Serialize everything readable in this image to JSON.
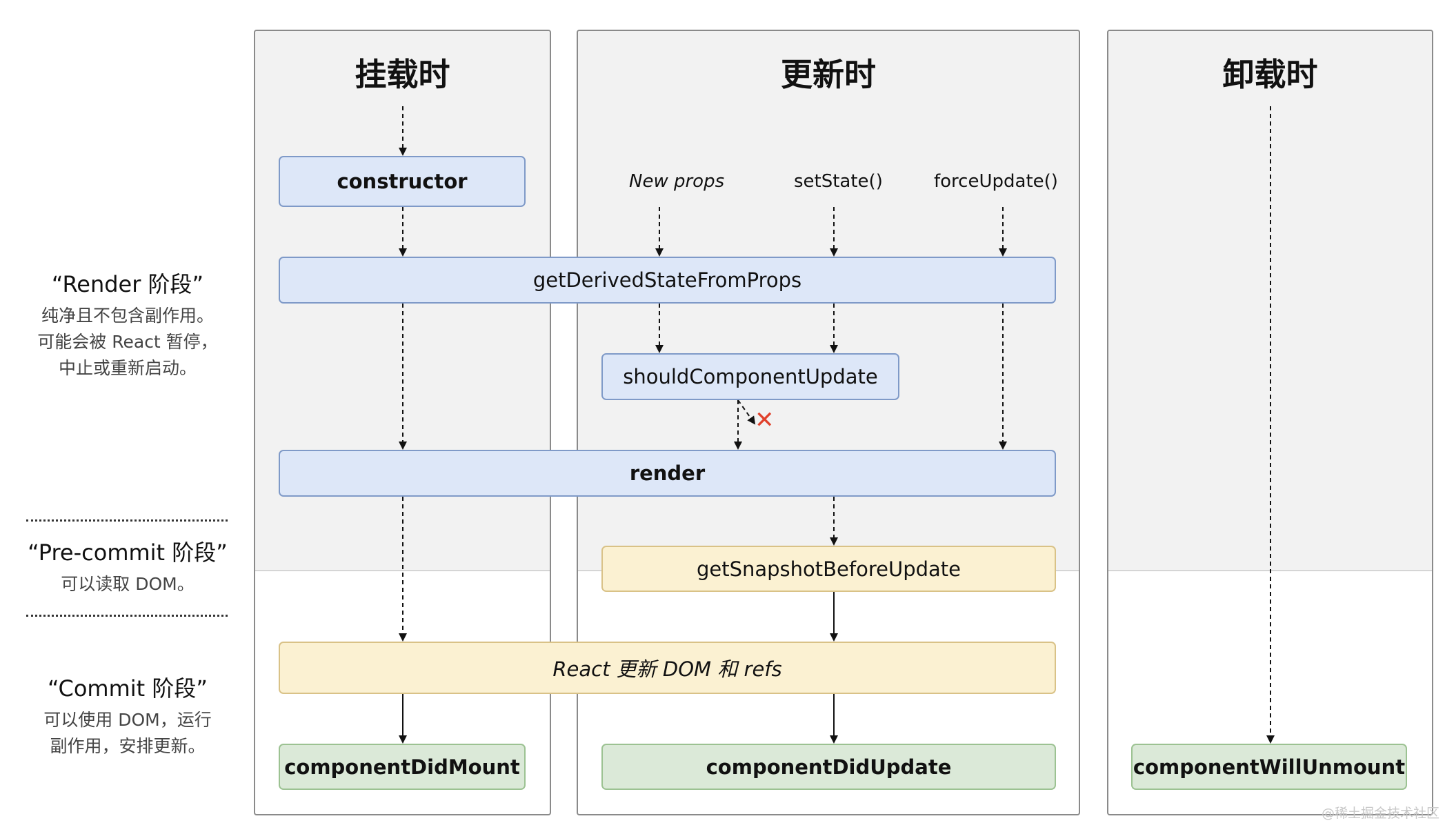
{
  "phases": {
    "render": {
      "title": "“Render 阶段”",
      "lines": [
        "纯净且不包含副作用。",
        "可能会被 React 暂停，",
        "中止或重新启动。"
      ]
    },
    "precommit": {
      "title": "“Pre-commit 阶段”",
      "lines": [
        "可以读取 DOM。"
      ]
    },
    "commit": {
      "title": "“Commit 阶段”",
      "lines": [
        "可以使用 DOM，运行",
        "副作用，安排更新。"
      ]
    }
  },
  "columns": {
    "mount": "挂载时",
    "update": "更新时",
    "unmount": "卸载时"
  },
  "triggers": {
    "new_props": "New props",
    "set_state": "setState()",
    "force_update": "forceUpdate()"
  },
  "methods": {
    "constructor": "constructor",
    "get_derived": "getDerivedStateFromProps",
    "should_update": "shouldComponentUpdate",
    "render": "render",
    "snapshot": "getSnapshotBeforeUpdate",
    "react_updates": "React 更新 DOM 和 refs",
    "did_mount": "componentDidMount",
    "did_update": "componentDidUpdate",
    "will_unmount": "componentWillUnmount"
  },
  "cancel_mark": "✕",
  "watermark": "@稀土掘金技术社区",
  "colors": {
    "render_box": "#dde7f8",
    "commit_box": "#fbf1d2",
    "lifecycle_box": "#dbe9d8",
    "cancel": "#e0412c"
  }
}
